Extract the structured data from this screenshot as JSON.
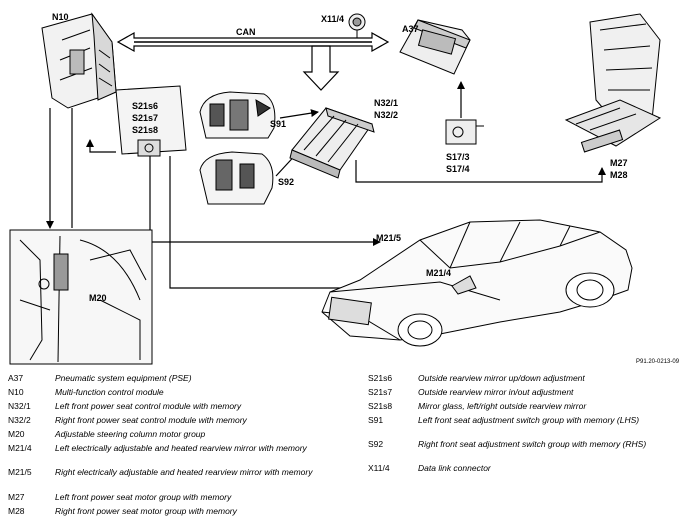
{
  "diagram": {
    "labels": {
      "n10": "N10",
      "x11_4": "X11/4",
      "a37": "A37",
      "can": "CAN",
      "s21s6": "S21s6",
      "s21s7": "S21s7",
      "s21s8": "S21s8",
      "n32_1": "N32/1",
      "n32_2": "N32/2",
      "s91": "S91",
      "s92": "S92",
      "s17_3": "S17/3",
      "s17_4": "S17/4",
      "m27": "M27",
      "m28": "M28",
      "m21_5": "M21/5",
      "m21_4": "M21/4",
      "m20": "M20",
      "figure_id": "P91.20-0213-09"
    }
  },
  "legend": {
    "left": [
      {
        "code": "A37",
        "desc": "Pneumatic system equipment (PSE)"
      },
      {
        "code": "N10",
        "desc": "Multi-function control module"
      },
      {
        "code": "N32/1",
        "desc": "Left front power seat control module with memory"
      },
      {
        "code": "N32/2",
        "desc": "Right front power seat control module with memory"
      },
      {
        "code": "M20",
        "desc": "Adjustable steering column motor group"
      },
      {
        "code": "M21/4",
        "desc": "Left electrically adjustable and heated rearview mirror with memory"
      },
      {
        "code": "M21/5",
        "desc": "Right electrically adjustable and heated rearview mirror with memory"
      },
      {
        "code": "M27",
        "desc": "Left front power seat motor group with memory"
      },
      {
        "code": "M28",
        "desc": "Right front power seat motor group with memory"
      }
    ],
    "right": [
      {
        "code": "S21s6",
        "desc": "Outside rearview mirror up/down adjustment"
      },
      {
        "code": "S21s7",
        "desc": "Outside rearview mirror in/out adjustment"
      },
      {
        "code": "S21s8",
        "desc": "Mirror glass, left/right outside rearview mirror"
      },
      {
        "code": "S91",
        "desc": "Left front seat adjustment switch group with memory (LHS)"
      },
      {
        "code": "S92",
        "desc": "Right front seat adjustment switch group with memory (RHS)"
      },
      {
        "code": "X11/4",
        "desc": "Data link connector"
      }
    ]
  }
}
